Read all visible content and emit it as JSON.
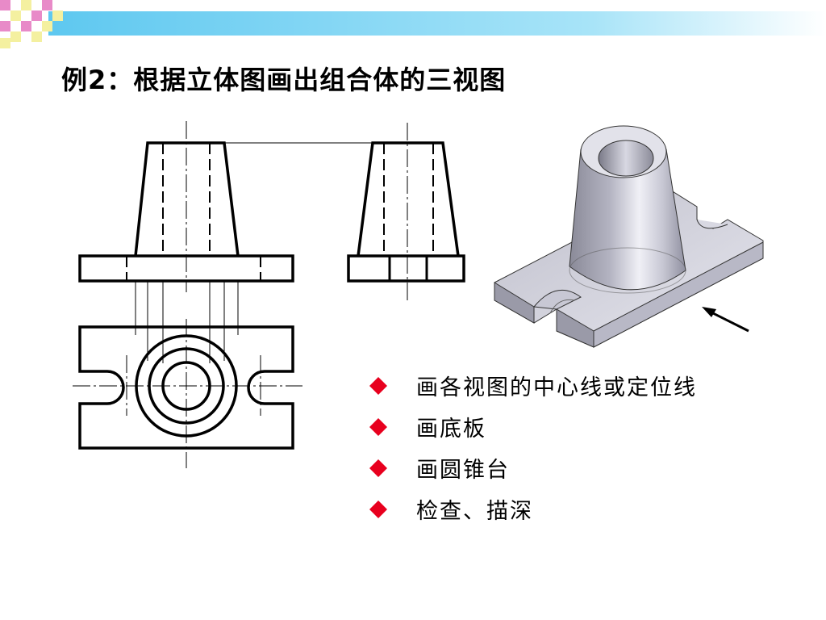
{
  "slide": {
    "title": "例2：根据立体图画出组合体的三视图"
  },
  "bullets": [
    {
      "text": "画各视图的中心线或定位线"
    },
    {
      "text": "画底板"
    },
    {
      "text": "画圆锥台"
    },
    {
      "text": "检查、描深"
    }
  ],
  "colors": {
    "band_start": "#5ec8f0",
    "band_end": "#ffffff",
    "checker_pink": "#e88ac8",
    "checker_yellow": "#f4f0a0",
    "bullet": "#e8001e",
    "line": "#000000"
  },
  "icons": {
    "bullet": "diamond-icon",
    "view_arrow": "arrow-icon"
  }
}
